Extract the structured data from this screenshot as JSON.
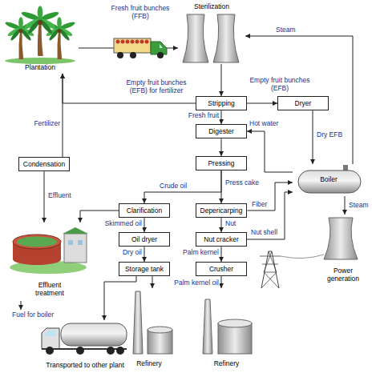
{
  "diagram": {
    "nodes": [
      {
        "text": [
          "Plantation"
        ]
      },
      {
        "text": [
          "Sterilization"
        ]
      },
      {
        "text": [
          "Stripping"
        ]
      },
      {
        "text": [
          "Dryer"
        ]
      },
      {
        "text": [
          "Digester"
        ]
      },
      {
        "text": [
          "Pressing"
        ]
      },
      {
        "text": [
          "Boiler"
        ]
      },
      {
        "text": [
          "Condensation"
        ]
      },
      {
        "text": [
          "Clarification"
        ]
      },
      {
        "text": [
          "Depericarping"
        ]
      },
      {
        "text": [
          "Oil dryer"
        ]
      },
      {
        "text": [
          "Nut cracker"
        ]
      },
      {
        "text": [
          "Storage tank"
        ]
      },
      {
        "text": [
          "Crusher"
        ]
      },
      {
        "text": [
          "Effluent treatment"
        ]
      },
      {
        "text": [
          "Power generation"
        ]
      },
      {
        "text": [
          "Transported to other plant"
        ]
      },
      {
        "text": [
          "Refinery"
        ]
      },
      {
        "text": [
          "Refinery"
        ]
      }
    ],
    "edges": [
      {
        "from": 0,
        "to": 1,
        "label": "Fresh fruit bunches (FFB)",
        "arrow": "to"
      },
      {
        "from": 1,
        "to": 2,
        "arrow": "to"
      },
      {
        "from": 6,
        "to": 1,
        "label": "Steam",
        "arrow": "to"
      },
      {
        "from": 2,
        "to": 0,
        "label": "Empty fruit bunches (EFB) for fertilizer",
        "arrow": "to"
      },
      {
        "from": 2,
        "to": 3,
        "label": "Empty fruit bunches (EFB)",
        "arrow": "to"
      },
      {
        "from": 2,
        "to": 4,
        "label": "Fresh fruit",
        "arrow": "to"
      },
      {
        "from": 6,
        "to": 4,
        "label": "Hot water",
        "arrow": "to"
      },
      {
        "from": 3,
        "to": 6,
        "label": "Dry EFB",
        "arrow": "to"
      },
      {
        "from": 4,
        "to": 5,
        "arrow": "to"
      },
      {
        "from": 7,
        "to": 0,
        "label": "Fertilizer",
        "arrow": "to"
      },
      {
        "from": 7,
        "to": 14,
        "label": "Effluent",
        "arrow": "to"
      },
      {
        "from": 5,
        "to": 8,
        "label": "Crude oil",
        "arrow": "to"
      },
      {
        "from": 5,
        "to": 9,
        "label": "Press cake",
        "arrow": "to"
      },
      {
        "from": 9,
        "to": 6,
        "label": "Fiber",
        "arrow": "to"
      },
      {
        "from": 8,
        "to": 14,
        "arrow": "to"
      },
      {
        "from": 8,
        "to": 10,
        "label": "Skimmed oil",
        "arrow": "to"
      },
      {
        "from": 9,
        "to": 11,
        "label": "Nut",
        "arrow": "to"
      },
      {
        "from": 11,
        "to": 6,
        "label": "Nut shell",
        "arrow": "to"
      },
      {
        "from": 10,
        "to": 12,
        "label": "Dry oil",
        "arrow": "to"
      },
      {
        "from": 11,
        "to": 13,
        "label": "Palm kernel",
        "arrow": "to"
      },
      {
        "from": 13,
        "to": 18,
        "label": "Palm kernel oil",
        "arrow": "to"
      },
      {
        "from": 6,
        "to": 15,
        "label": "Steam",
        "arrow": "to"
      },
      {
        "from": 12,
        "to": 16,
        "arrow": "to"
      },
      {
        "from": 12,
        "to": 17,
        "arrow": "to"
      }
    ],
    "labels": [
      "Fuel for boiler"
    ]
  }
}
